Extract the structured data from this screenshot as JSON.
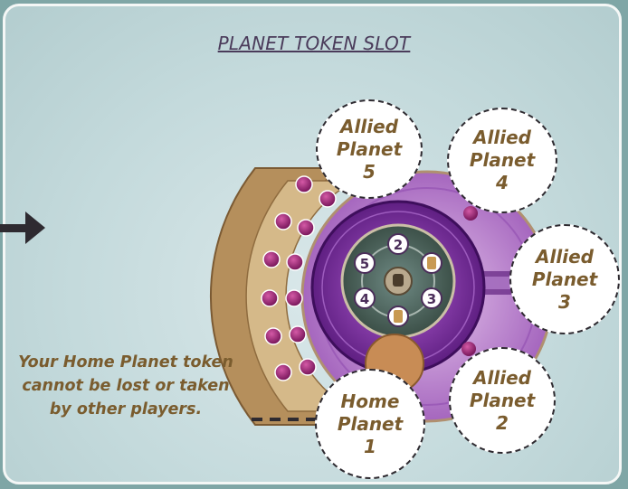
{
  "title": "PLANET TOKEN SLOT",
  "caption": "Your Home Planet token cannot be lost or taken by other players.",
  "slots": [
    {
      "id": "home",
      "label": "Home\nPlanet\n1"
    },
    {
      "id": "allied-2",
      "label": "Allied\nPlanet\n2"
    },
    {
      "id": "allied-3",
      "label": "Allied\nPlanet\n3"
    },
    {
      "id": "allied-4",
      "label": "Allied\nPlanet\n4"
    },
    {
      "id": "allied-5",
      "label": "Allied\nPlanet\n5"
    }
  ],
  "dial_numbers": [
    "2",
    "3",
    "4",
    "5"
  ],
  "colors": {
    "label_text": "#7a5c2e",
    "board_purple": "#8a3aa6",
    "board_gold": "#b58f5c"
  }
}
